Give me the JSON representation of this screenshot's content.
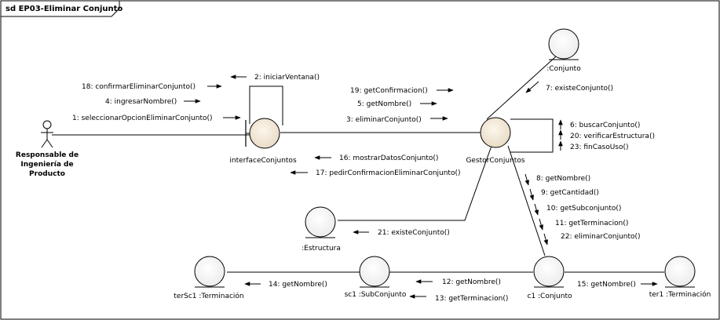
{
  "frame": {
    "title": "sd EP03-Eliminar Conjunto"
  },
  "actor": {
    "name_lines": [
      "Responsable de",
      "Ingeniería de",
      "Producto"
    ]
  },
  "objects": {
    "interface": "interfaceConjuntos",
    "gestor": "GestorConjuntos",
    "conjunto": ":Conjunto",
    "estructura": ":Estructura",
    "c1": "c1 :Conjunto",
    "sc1": "sc1 :SubConjunto",
    "tersc1": "terSc1 :Terminación",
    "ter1": "ter1 :Terminación"
  },
  "messages": {
    "m1": "1: seleccionarOpcionEliminarConjunto()",
    "m2": "2: iniciarVentana()",
    "m3": "3: eliminarConjunto()",
    "m4": "4: ingresarNombre()",
    "m5": "5: getNombre()",
    "m6": "6: buscarConjunto()",
    "m7": "7: existeConjunto()",
    "m8": "8: getNombre()",
    "m9": "9: getCantidad()",
    "m10": "10: getSubconjunto()",
    "m11": "11: getTerminacion()",
    "m12": "12: getNombre()",
    "m13": "13: getTerminacion()",
    "m14": "14: getNombre()",
    "m15": "15: getNombre()",
    "m16": "16: mostrarDatosConjunto()",
    "m17": "17: pedirConfirmacionEliminarConjunto()",
    "m18": "18: confirmarEliminarConjunto()",
    "m19": "19: getConfirmacion()",
    "m20": "20: verificarEstructura()",
    "m21": "21: existeConjunto()",
    "m22": "22: eliminarConjunto()",
    "m23": "23: finCasoUso()"
  }
}
